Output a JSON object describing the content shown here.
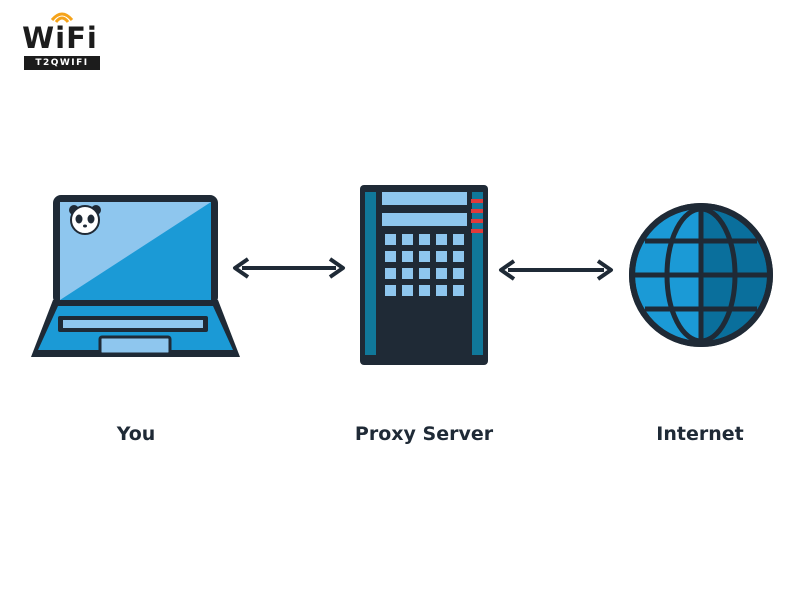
{
  "logo": {
    "brand": "WiFi",
    "tagline": "T2QWIFI"
  },
  "nodes": [
    {
      "id": "you",
      "label": "You"
    },
    {
      "id": "proxy",
      "label": "Proxy Server"
    },
    {
      "id": "internet",
      "label": "Internet"
    }
  ],
  "colors": {
    "outline": "#1f2a36",
    "blue_light": "#8ec6ee",
    "blue_mid": "#1b9ad6",
    "blue_dark": "#0a6f9c",
    "teal": "#10789a",
    "accent_red": "#e03a3a",
    "logo_orange": "#f5a31a"
  },
  "icons": [
    "laptop-icon",
    "server-icon",
    "globe-icon",
    "double-arrow-icon"
  ]
}
